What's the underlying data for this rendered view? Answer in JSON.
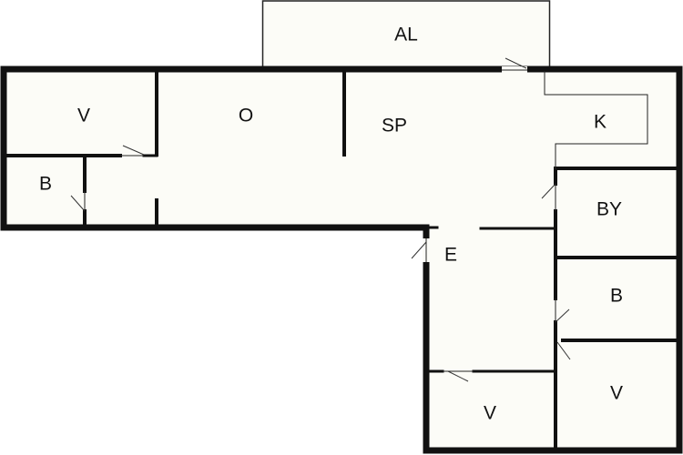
{
  "plan": {
    "colors": {
      "floor": "#fcfcf7",
      "wall": "#111111",
      "background": "#ffffff"
    },
    "rooms": [
      {
        "id": "al",
        "label": "AL"
      },
      {
        "id": "v-top-left",
        "label": "V"
      },
      {
        "id": "o",
        "label": "O"
      },
      {
        "id": "sp",
        "label": "SP"
      },
      {
        "id": "k",
        "label": "K"
      },
      {
        "id": "b-left",
        "label": "B"
      },
      {
        "id": "by",
        "label": "BY"
      },
      {
        "id": "e",
        "label": "E"
      },
      {
        "id": "b-right",
        "label": "B"
      },
      {
        "id": "v-bottom-mid",
        "label": "V"
      },
      {
        "id": "v-bottom-right",
        "label": "V"
      }
    ]
  }
}
